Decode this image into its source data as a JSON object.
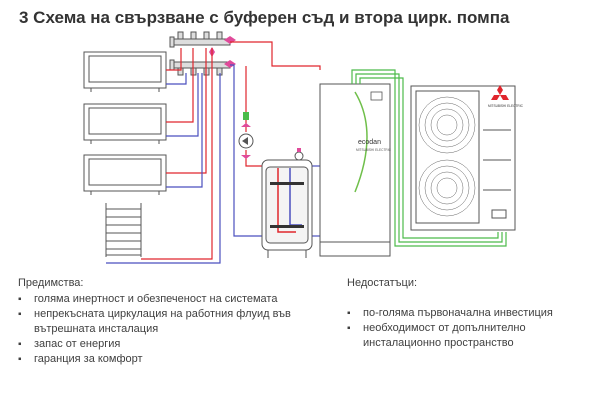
{
  "title": "3 Схема на свързване с буферен съд и втора цирк. помпа",
  "indoor_unit": {
    "brand": "ecodan",
    "sub_brand": "MITSUBISHI ELECTRIC"
  },
  "outdoor_unit": {
    "brand": "MITSUBISHI ELECTRIC"
  },
  "advantages": {
    "heading": "Предимства:",
    "items": [
      "голяма инертност и обезпеченост на системата",
      "непрекъсната циркулация на работния флуид във вътрешната инсталация",
      "запас от енергия",
      "гаранция за комфорт"
    ]
  },
  "disadvantages": {
    "heading": "Недостатъци:",
    "items": [
      "по-голяма първоначална инвестиция",
      "необходимост от допълнително инсталационно пространство"
    ]
  },
  "colors": {
    "supply": "#e0262d",
    "return": "#4b4fbf",
    "refrigerant": "#4cbb4a",
    "outline": "#555555"
  }
}
